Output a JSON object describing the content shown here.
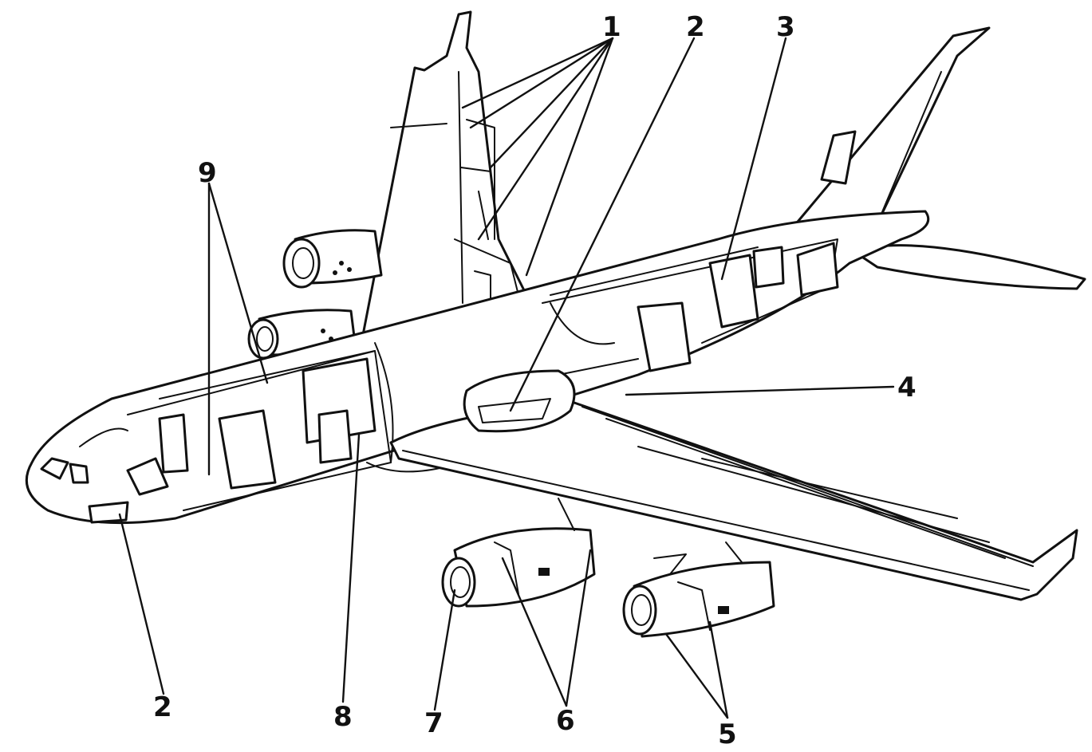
{
  "diagram": {
    "callouts": [
      {
        "id": "c1",
        "text": "1"
      },
      {
        "id": "c2-top",
        "text": "2"
      },
      {
        "id": "c3",
        "text": "3"
      },
      {
        "id": "c4",
        "text": "4"
      },
      {
        "id": "c2-bottom",
        "text": "2"
      },
      {
        "id": "c5",
        "text": "5"
      },
      {
        "id": "c6",
        "text": "6"
      },
      {
        "id": "c7",
        "text": "7"
      },
      {
        "id": "c8",
        "text": "8"
      },
      {
        "id": "c9",
        "text": "9"
      }
    ]
  },
  "colors": {
    "ink": "#111111",
    "paper": "#ffffff"
  }
}
